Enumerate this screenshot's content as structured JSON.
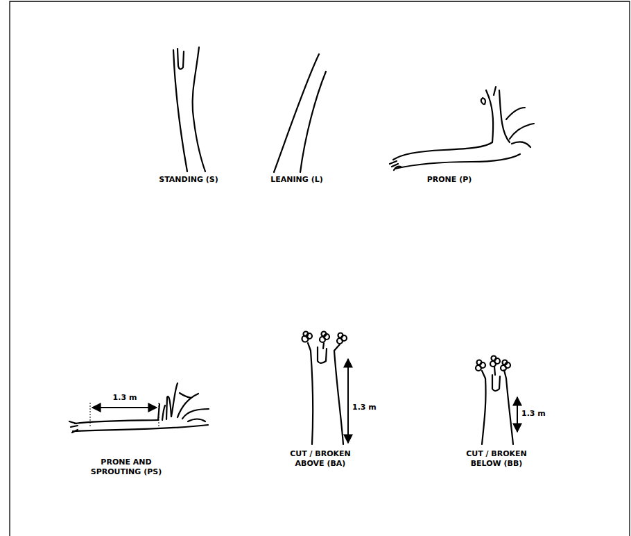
{
  "diagram": {
    "labels": [
      "STANDING (S)",
      "LEANING (L)",
      "PRONE (P)",
      "1.3 m",
      "1.3 m",
      "1.3 m",
      "PRONE AND SPROUTING (PS)",
      "CUT / BROKEN ABOVE (BA)",
      "CUT / BROKEN BELOW (BB)"
    ]
  }
}
